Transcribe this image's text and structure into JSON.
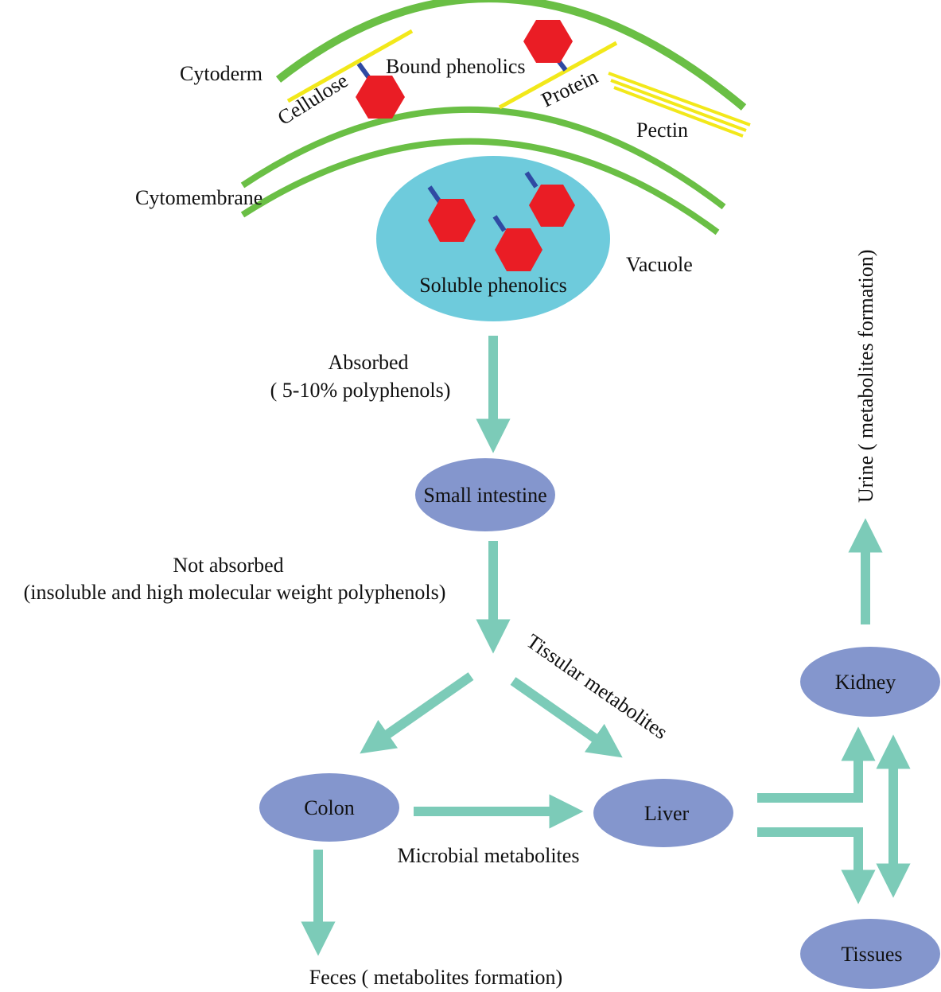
{
  "colors": {
    "membrane": "#6abf45",
    "fiber": "#f2e81a",
    "phenolic": "#ea1d25",
    "linker": "#2f4aa3",
    "vacuole": "#6ecbdc",
    "organ": "#8496cd",
    "arrow": "#7ccbb8",
    "text": "#111111"
  },
  "cell": {
    "cytoderm": "Cytoderm",
    "cytomembrane": "Cytomembrane",
    "cellulose": "Cellulose",
    "bound_phenolics": "Bound phenolics",
    "protein": "Protein",
    "pectin": "Pectin",
    "vacuole": "Vacuole",
    "soluble_phenolics": "Soluble phenolics"
  },
  "flow": {
    "absorbed_line1": "Absorbed",
    "absorbed_line2": "( 5-10% polyphenols)",
    "not_absorbed_line1": "Not absorbed",
    "not_absorbed_line2": "(insoluble and high molecular weight polyphenols)",
    "tissular_metabolites": "Tissular  metabolites",
    "microbial_metabolites": "Microbial metabolites",
    "feces": "Feces ( metabolites formation)",
    "urine": "Urine ( metabolites formation)"
  },
  "organs": {
    "small_intestine": "Small intestine",
    "colon": "Colon",
    "liver": "Liver",
    "kidney": "Kidney",
    "tissues": "Tissues"
  }
}
